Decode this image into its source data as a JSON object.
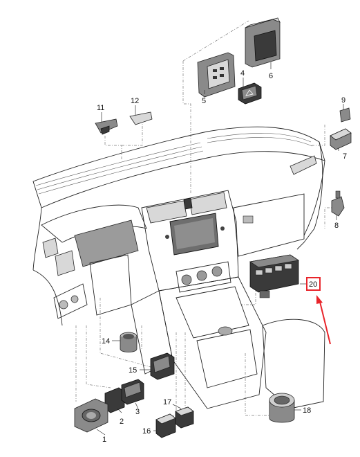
{
  "part_labels": {
    "p1": "1",
    "p2": "2",
    "p3": "3",
    "p4": "4",
    "p5": "5",
    "p6": "6",
    "p7": "7",
    "p8": "8",
    "p9": "9",
    "p11": "11",
    "p12": "12",
    "p14": "14",
    "p15": "15",
    "p16": "16",
    "p17": "17",
    "p18": "18",
    "p20": "20"
  },
  "colors": {
    "highlight_box": "#e8242a",
    "pointer_arrow": "#e8242a"
  }
}
